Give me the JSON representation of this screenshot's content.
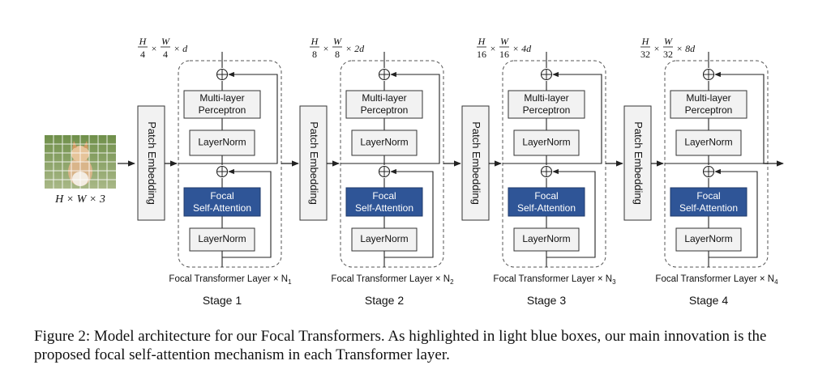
{
  "input": {
    "dims_label": "H × W × 3",
    "image_description": "kitten photo divided into patch grid"
  },
  "patch_embedding_label": "Patch Embedding",
  "block_labels": {
    "mlp_line1": "Multi-layer",
    "mlp_line2": "Perceptron",
    "layernorm": "LayerNorm",
    "attn_line1": "Focal",
    "attn_line2": "Self-Attention"
  },
  "stages": [
    {
      "title": "Stage 1",
      "dims_h": "H",
      "dims_hd": "4",
      "dims_w": "W",
      "dims_wd": "4",
      "dims_ch": "× d",
      "layer_label": "Focal Transformer Layer × N",
      "layer_sub": "1"
    },
    {
      "title": "Stage 2",
      "dims_h": "H",
      "dims_hd": "8",
      "dims_w": "W",
      "dims_wd": "8",
      "dims_ch": "× 2d",
      "layer_label": "Focal Transformer Layer × N",
      "layer_sub": "2"
    },
    {
      "title": "Stage 3",
      "dims_h": "H",
      "dims_hd": "16",
      "dims_w": "W",
      "dims_wd": "16",
      "dims_ch": "× 4d",
      "layer_label": "Focal Transformer Layer × N",
      "layer_sub": "3"
    },
    {
      "title": "Stage 4",
      "dims_h": "H",
      "dims_hd": "32",
      "dims_w": "W",
      "dims_wd": "32",
      "dims_ch": "× 8d",
      "layer_label": "Focal Transformer Layer × N",
      "layer_sub": "4"
    }
  ],
  "colors": {
    "attention_fill": "#2f5597",
    "block_fill": "#f2f2f2",
    "stroke": "#333333"
  },
  "caption": "Figure 2: Model architecture for our Focal Transformers. As highlighted in light blue boxes, our main innovation is the proposed focal self-attention mechanism in each Transformer layer."
}
